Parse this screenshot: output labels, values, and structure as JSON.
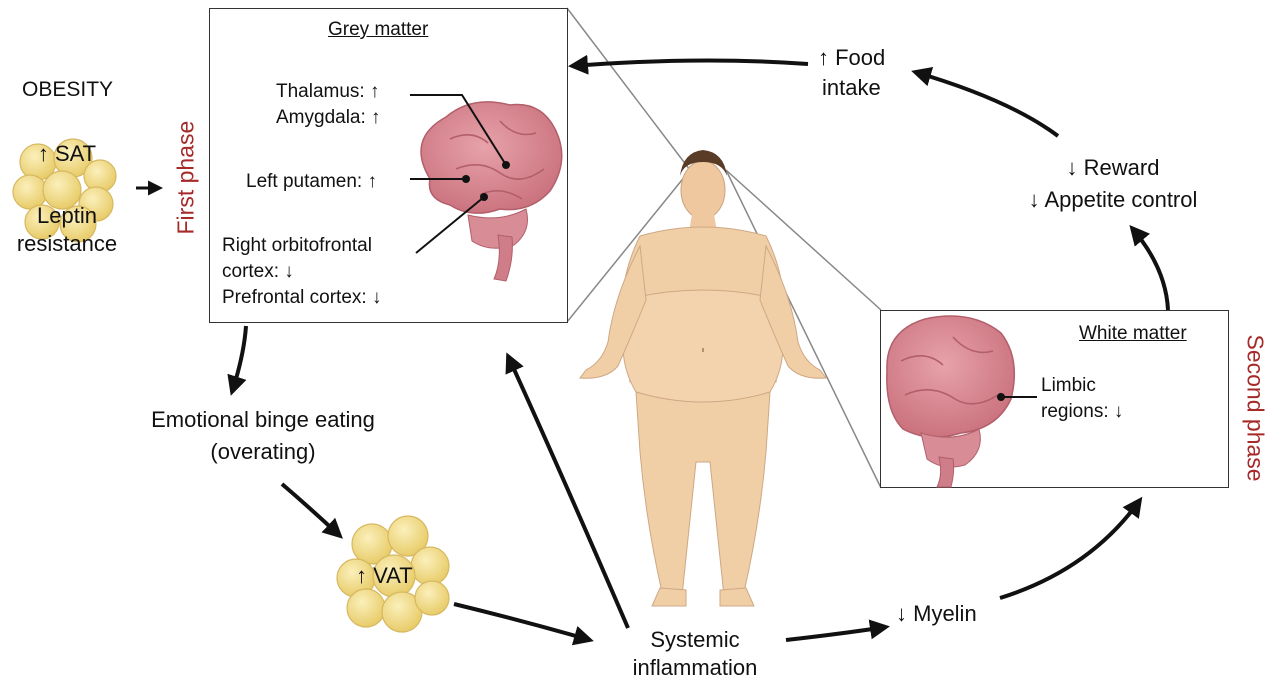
{
  "title": "OBESITY",
  "sat_cluster": {
    "line1": "↑ SAT",
    "line2": "Leptin",
    "line3": "resistance"
  },
  "first_phase": "First phase",
  "second_phase": "Second phase",
  "grey_matter": {
    "title": "Grey matter",
    "thalamus": "Thalamus: ↑",
    "amygdala": "Amygdala: ↑",
    "putamen": "Left putamen: ↑",
    "orbitofrontal_1": "Right orbitofrontal",
    "orbitofrontal_2": "cortex: ↓",
    "prefrontal": "Prefrontal cortex: ↓"
  },
  "white_matter": {
    "title": "White matter",
    "limbic_1": "Limbic",
    "limbic_2": "regions: ↓"
  },
  "food_intake": {
    "line1": "↑ Food",
    "line2": "intake"
  },
  "reward": {
    "line1": "↓ Reward",
    "line2": "↓ Appetite control"
  },
  "binge": {
    "line1": "Emotional binge eating",
    "line2": "(overating)"
  },
  "vat": "↑ VAT",
  "inflammation": {
    "line1": "Systemic",
    "line2": "inflammation"
  },
  "myelin": "↓ Myelin",
  "colors": {
    "phase": "#a72a2a",
    "brain": "#d68a94",
    "fat": "#f2dc8a",
    "skin": "#f1cfa6"
  }
}
